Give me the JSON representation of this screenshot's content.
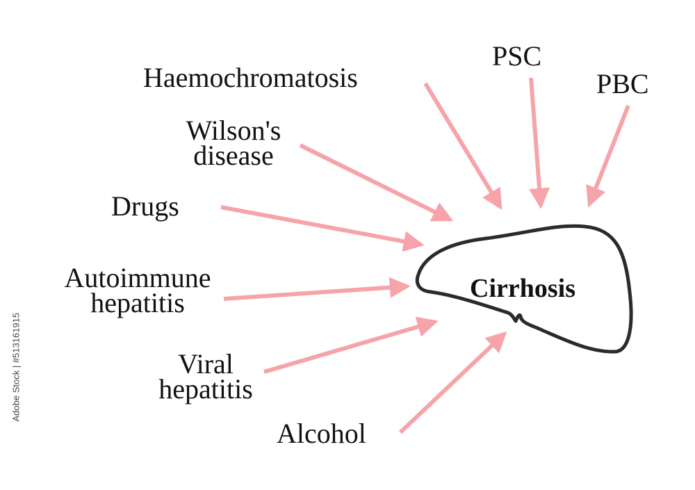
{
  "colors": {
    "arrow": "#f6a3aa",
    "outline": "#2b2b2b",
    "text": "#111111"
  },
  "center": {
    "label": "Cirrhosis",
    "shape": "liver-outline"
  },
  "causes": {
    "haemochromatosis": "Haemochromatosis",
    "psc": "PSC",
    "pbc": "PBC",
    "wilsons_line1": "Wilson's",
    "wilsons_line2": "disease",
    "drugs": "Drugs",
    "autoimmune_line1": "Autoimmune",
    "autoimmune_line2": "hepatitis",
    "viral_line1": "Viral",
    "viral_line2": "hepatitis",
    "alcohol": "Alcohol"
  },
  "watermark": {
    "stock_id": "Adobe Stock | #513161915"
  }
}
